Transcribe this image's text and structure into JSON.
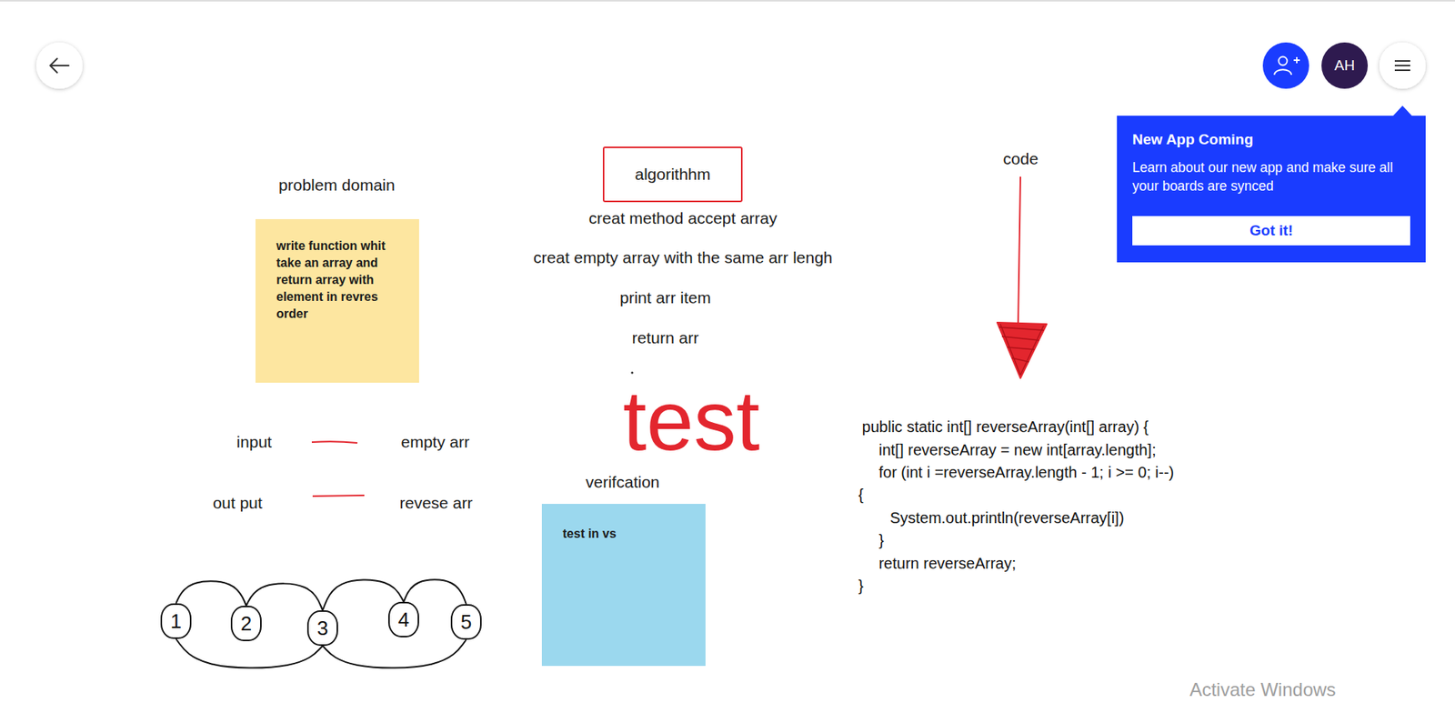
{
  "diagram": {
    "nodes": [
      {
        "text": [
          "AH"
        ]
      },
      {
        "text": [
          "New App Coming",
          "Learn about our new app and make sure all your boards are synced"
        ]
      },
      {
        "text": [
          "Got it!"
        ],
        "in": 1
      },
      {
        "text": [
          "algorithhm"
        ]
      },
      {
        "text": [
          "write function whit take an array and return array with element in revres order"
        ]
      },
      {
        "text": [
          "test in vs"
        ]
      },
      {
        "text": [
          "1"
        ]
      },
      {
        "text": [
          "2"
        ]
      },
      {
        "text": [
          "3"
        ]
      },
      {
        "text": [
          "4"
        ]
      },
      {
        "text": [
          "5"
        ]
      }
    ],
    "edges": [
      {
        "from": 6,
        "to": 7,
        "arrow": "none"
      },
      {
        "from": 7,
        "to": 8,
        "arrow": "none"
      },
      {
        "from": 8,
        "to": 9,
        "arrow": "none"
      },
      {
        "from": 9,
        "to": 10,
        "arrow": "none"
      },
      {
        "from": 6,
        "to": 8,
        "arrow": "none"
      },
      {
        "from": 8,
        "to": 10,
        "arrow": "none"
      }
    ],
    "labels": [
      "code",
      "problem domain",
      "creat method accept array",
      "creat empty array with the same arr lengh",
      "print arr item",
      "return arr",
      "test",
      "public static int[] reverseArray(int[] array) {",
      "input",
      "empty arr",
      "int[] reverseArray = new int[array.length];",
      "for (int i =reverseArray.length - 1; i >= 0; i--)",
      "verifcation",
      "{",
      "out put",
      "revese arr",
      "System.out.println(reverseArray[i])",
      "}",
      "return reverseArray;",
      "}",
      "Activate Windows"
    ]
  }
}
